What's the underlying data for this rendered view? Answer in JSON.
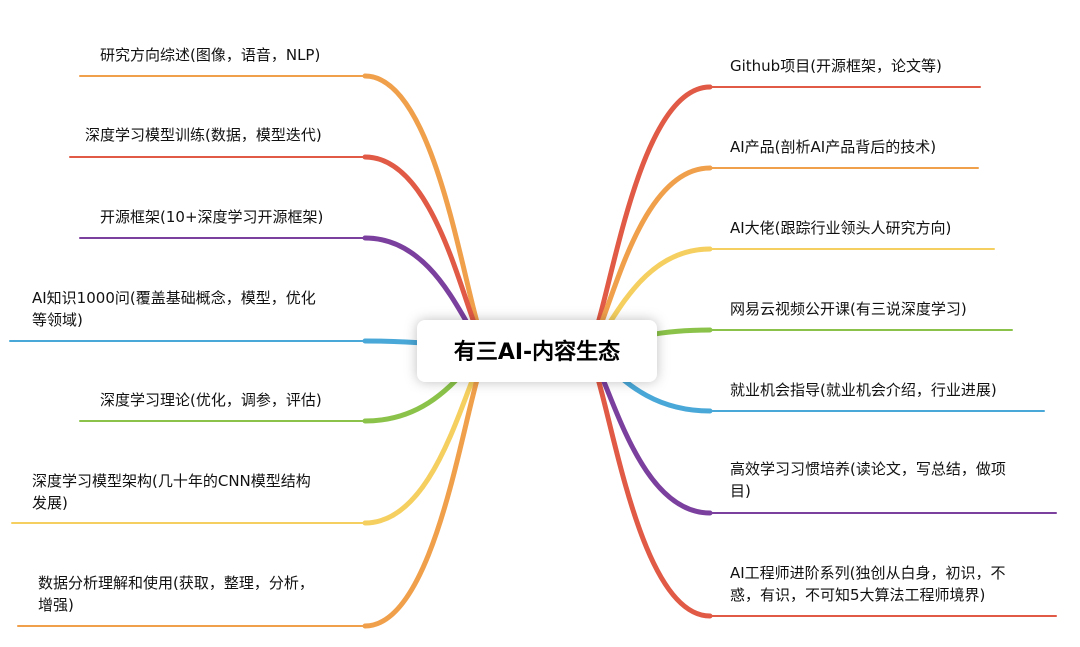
{
  "center": {
    "title": "有三AI-内容生态"
  },
  "left_branches": [
    {
      "lines": [
        "研究方向综述(图像，语音，NLP)"
      ],
      "color": "#F0A04B"
    },
    {
      "lines": [
        "深度学习模型训练(数据，模型迭代)"
      ],
      "color": "#E05A45"
    },
    {
      "lines": [
        "开源框架(10+深度学习开源框架)"
      ],
      "color": "#7B3F9E"
    },
    {
      "lines": [
        "AI知识1000问(覆盖基础概念，模型，优化",
        "等领域)"
      ],
      "color": "#4AA8D8"
    },
    {
      "lines": [
        "深度学习理论(优化，调参，评估)"
      ],
      "color": "#8BC34A"
    },
    {
      "lines": [
        "深度学习模型架构(几十年的CNN模型结构",
        "发展)"
      ],
      "color": "#F5D060"
    },
    {
      "lines": [
        "数据分析理解和使用(获取，整理，分析，",
        "增强)"
      ],
      "color": "#F0A04B"
    }
  ],
  "right_branches": [
    {
      "lines": [
        "Github项目(开源框架，论文等)"
      ],
      "color": "#E05A45"
    },
    {
      "lines": [
        "AI产品(剖析AI产品背后的技术)"
      ],
      "color": "#F0A04B"
    },
    {
      "lines": [
        "AI大佬(跟踪行业领头人研究方向)"
      ],
      "color": "#F5D060"
    },
    {
      "lines": [
        "网易云视频公开课(有三说深度学习)"
      ],
      "color": "#8BC34A"
    },
    {
      "lines": [
        "就业机会指导(就业机会介绍，行业进展)"
      ],
      "color": "#4AA8D8"
    },
    {
      "lines": [
        "高效学习习惯培养(读论文，写总结，做项",
        "目)"
      ],
      "color": "#7B3F9E"
    },
    {
      "lines": [
        "AI工程师进阶系列(独创从白身，初识，不",
        "惑，有识，不可知5大算法工程师境界)"
      ],
      "color": "#E05A45"
    }
  ]
}
